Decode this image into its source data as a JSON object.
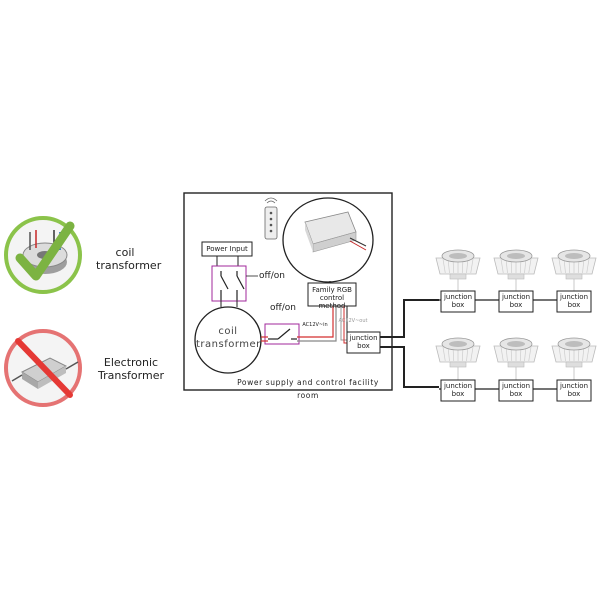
{
  "legend": {
    "good": {
      "label_line1": "coil",
      "label_line2": "transformer",
      "mark": "check-icon",
      "ring_color": "#7cb342"
    },
    "bad": {
      "label_line1": "Electronic",
      "label_line2": "Transformer",
      "mark": "prohibited-icon",
      "ring_color": "#e53935"
    }
  },
  "room": {
    "caption": "Power supply and control facility room",
    "power_input": "Power Input",
    "switch_label_top": "off/on",
    "switch_label_mid": "off/on",
    "coil_line1": "coil",
    "coil_line2": "transformer",
    "controller_line1": "Family RGB",
    "controller_line2": "control method",
    "ac_in": "AC12V~in",
    "ac_out": "AC12V~out",
    "junction_line1": "junction",
    "junction_line2": "box"
  },
  "lights": {
    "junction_line1": "junction",
    "junction_line2": "box",
    "rows": 2,
    "per_row": 3
  },
  "colors": {
    "line": "#222222",
    "switch_box": "#a0279b",
    "red_wire": "#d32f2f",
    "grey_wire": "#999999"
  }
}
